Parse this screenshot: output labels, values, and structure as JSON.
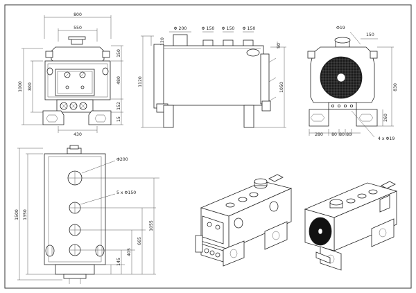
{
  "front_view": {
    "dims": {
      "overall_width": "800",
      "top_width": "550",
      "base_width": "430",
      "overall_height": "1000",
      "body_height": "800",
      "right_top": "150",
      "right_mid": "480",
      "right_low": "152",
      "right_bottom": "15"
    }
  },
  "side_view": {
    "dims": {
      "pipe_large": "Φ 200",
      "pipe_1": "Φ 150",
      "pipe_2": "Φ 150",
      "pipe_3": "Φ 150",
      "left_height": "1120",
      "left_top": "120",
      "right_height": "1050",
      "right_top": "50"
    }
  },
  "rear_view": {
    "dims": {
      "hole_top": "Φ19",
      "top_right": "150",
      "right_height": "830",
      "right_low": "260",
      "base_left": "280",
      "base_1": "80",
      "base_2": "80",
      "base_3": "80",
      "holes": "4 x Φ19"
    }
  },
  "top_view": {
    "dims": {
      "big_hole": "Φ200",
      "small_holes": "5 x Φ150",
      "overall": "1500",
      "height_1350": "1350",
      "height_1055": "1055",
      "height_665": "665",
      "height_405": "405",
      "height_145": "145"
    }
  }
}
